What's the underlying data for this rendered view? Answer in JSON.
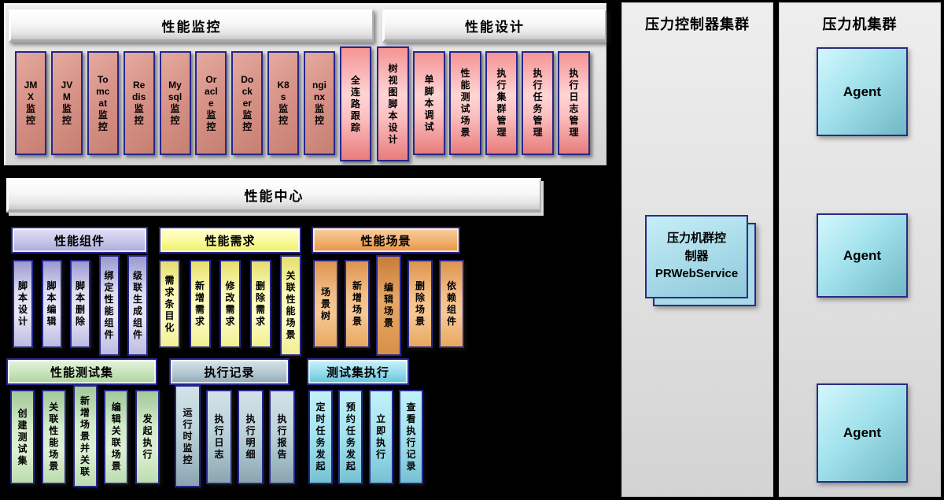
{
  "colors": {
    "background": "#000000",
    "panel_gray": "#dedede",
    "column_border": "#26268c",
    "monitor_column": "#d69186",
    "design_column": "#f8b8b8",
    "component_column": "#dcdcf2",
    "requirement_column": "#fbfab4",
    "scene_column": "#f4c088",
    "testset_column": "#d4ecca",
    "record_column": "#bcd2da",
    "execution_column": "#a6e4f0",
    "controller_box_fill": "#a9dce8",
    "agent_box_fill": "#a2e2ec"
  },
  "top_section": {
    "monitor": {
      "title": "性能监控",
      "items": [
        {
          "label": "JM\nX\n监\n控"
        },
        {
          "label": "JV\nM\n监\n控"
        },
        {
          "label": "To\nmc\nat\n监\n控"
        },
        {
          "label": "Re\ndis\n监\n控"
        },
        {
          "label": "My\nsql\n监\n控"
        },
        {
          "label": "Or\nacl\ne\n监\n控"
        },
        {
          "label": "Do\nck\ner\n监\n控"
        },
        {
          "label": "K8\ns\n监\n控"
        },
        {
          "label": "ngi\nnx\n监\n控"
        },
        {
          "label": "全\n连\n路\n跟\n踪"
        }
      ]
    },
    "design": {
      "title": "性能设计",
      "items": [
        {
          "label": "树\n视\n图\n脚\n本\n设\n计"
        },
        {
          "label": "单\n脚\n本\n调\n试"
        },
        {
          "label": "性\n能\n测\n试\n场\n景"
        },
        {
          "label": "执\n行\n集\n群\n管\n理"
        },
        {
          "label": "执\n行\n任\n务\n管\n理"
        },
        {
          "label": "执\n行\n日\n志\n管\n理"
        }
      ]
    }
  },
  "center_bar": {
    "title": "性能中心"
  },
  "row1_groups": [
    {
      "title": "性能组件",
      "items": [
        {
          "label": "脚\n本\n设\n计"
        },
        {
          "label": "脚\n本\n编\n辑"
        },
        {
          "label": "脚\n本\n删\n除"
        },
        {
          "label": "绑\n定\n性\n能\n组\n件"
        },
        {
          "label": "级\n联\n生\n成\n组\n件"
        }
      ]
    },
    {
      "title": "性能需求",
      "items": [
        {
          "label": "需\n求\n条\n目\n化"
        },
        {
          "label": "新\n增\n需\n求"
        },
        {
          "label": "修\n改\n需\n求"
        },
        {
          "label": "删\n除\n需\n求"
        },
        {
          "label": "关\n联\n性\n能\n场\n景"
        }
      ]
    },
    {
      "title": "性能场景",
      "items": [
        {
          "label": "场\n景\n树"
        },
        {
          "label": "新\n增\n场\n景"
        },
        {
          "label": "编\n辑\n场\n景"
        },
        {
          "label": "删\n除\n场\n景"
        },
        {
          "label": "依\n赖\n组\n件"
        }
      ]
    }
  ],
  "row2_groups": [
    {
      "title": "性能测试集",
      "items": [
        {
          "label": "创\n建\n测\n试\n集"
        },
        {
          "label": "关\n联\n性\n能\n场\n景"
        },
        {
          "label": "新\n增\n场\n景\n并\n关\n联"
        },
        {
          "label": "编\n辑\n关\n联\n场\n景"
        },
        {
          "label": "发\n起\n执\n行"
        }
      ]
    },
    {
      "title": "执行记录",
      "items": [
        {
          "label": "运\n行\n时\n监\n控"
        },
        {
          "label": "执\n行\n日\n志"
        },
        {
          "label": "执\n行\n明\n细"
        },
        {
          "label": "执\n行\n报\n告"
        }
      ]
    },
    {
      "title": "测试集执行",
      "items": [
        {
          "label": "定\n时\n任\n务\n发\n起"
        },
        {
          "label": "预\n约\n任\n务\n发\n起"
        },
        {
          "label": "立\n即\n执\n行"
        },
        {
          "label": "查\n看\n执\n行\n记\n录"
        }
      ]
    }
  ],
  "controller_panel": {
    "title": "压力控制器集群",
    "controller_box": {
      "label": "压力机群控\n制器\nPRWebService"
    }
  },
  "agent_panel": {
    "title": "压力机集群",
    "agents": [
      {
        "label": "Agent"
      },
      {
        "label": "Agent"
      },
      {
        "label": "Agent"
      }
    ]
  }
}
